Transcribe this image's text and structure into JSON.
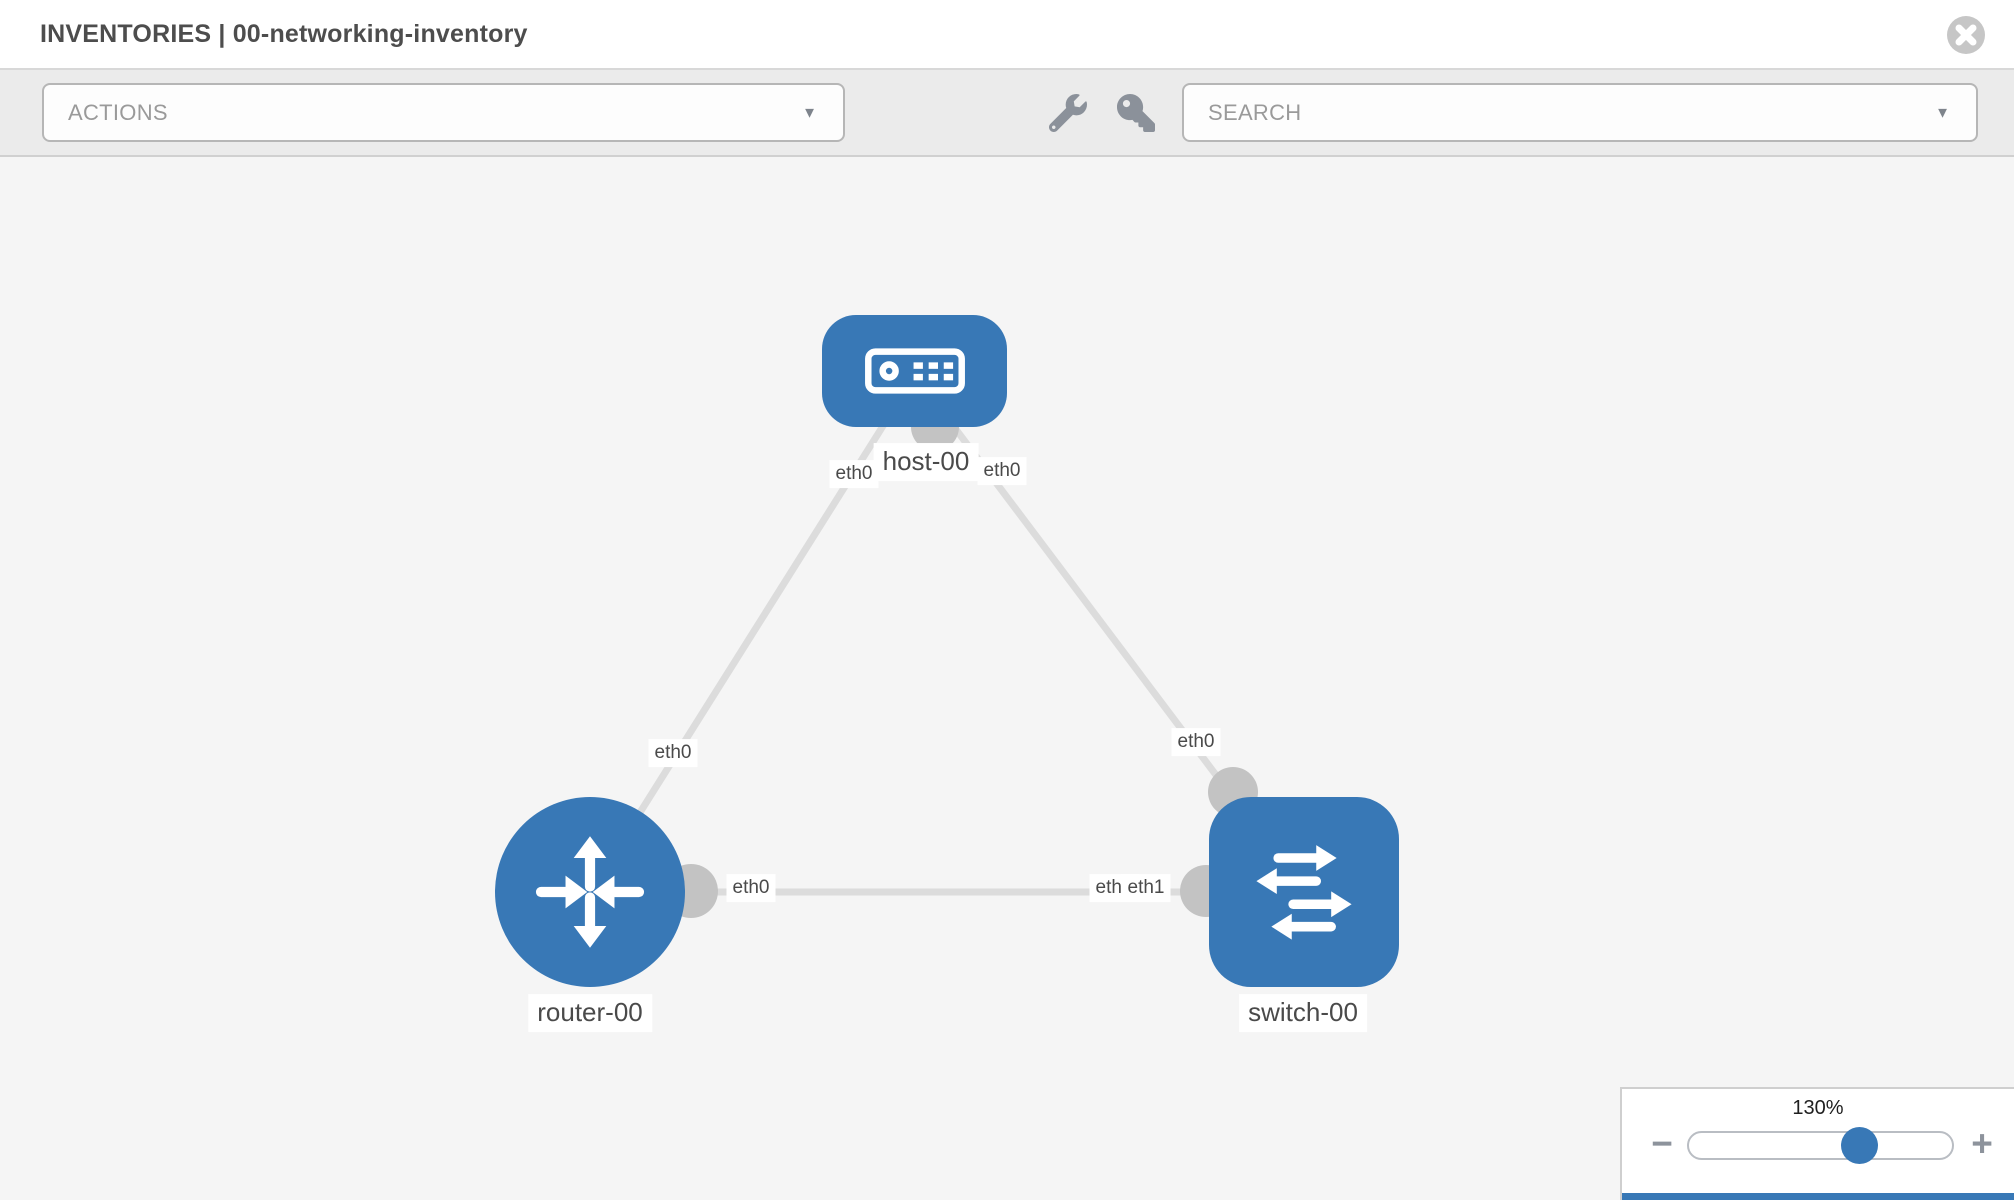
{
  "header": {
    "title": "INVENTORIES | 00-networking-inventory"
  },
  "toolbar": {
    "actions_label": "ACTIONS",
    "search_label": "SEARCH",
    "caret": "▼"
  },
  "topology": {
    "nodes": [
      {
        "id": "host-00",
        "type": "host",
        "label": "host-00"
      },
      {
        "id": "router-00",
        "type": "router",
        "label": "router-00"
      },
      {
        "id": "switch-00",
        "type": "switch",
        "label": "switch-00"
      }
    ],
    "links": [
      {
        "from": "host-00",
        "to": "router-00",
        "from_interface": "eth0",
        "to_interface": "eth0"
      },
      {
        "from": "host-00",
        "to": "switch-00",
        "from_interface": "eth0",
        "to_interface": "eth0"
      },
      {
        "from": "router-00",
        "to": "switch-00",
        "from_interface": "eth0",
        "to_interface": "eth1"
      }
    ],
    "labels": {
      "host": "host-00",
      "router": "router-00",
      "switch": "switch-00",
      "host_router_host_end": "eth0",
      "host_switch_host_end": "eth0",
      "host_router_router_end": "eth0",
      "host_switch_switch_end": "eth0",
      "router_switch_router_end": "eth0",
      "router_switch_switch_end_under": "eth0",
      "router_switch_switch_end": "eth1"
    }
  },
  "zoom_control": {
    "percent": "130%",
    "minus": "−",
    "plus": "+"
  },
  "colors": {
    "accent_blue": "#3878b6",
    "link_gray": "#dcdcdc",
    "connector_gray": "#c3c3c3",
    "toolbar_bg": "#ebebeb",
    "canvas_bg": "#f5f5f5",
    "label_text": "#4a4a4a",
    "muted_text": "#9a9a9a",
    "icon_gray": "#8b919a",
    "close_gray": "#c6c6c6"
  }
}
